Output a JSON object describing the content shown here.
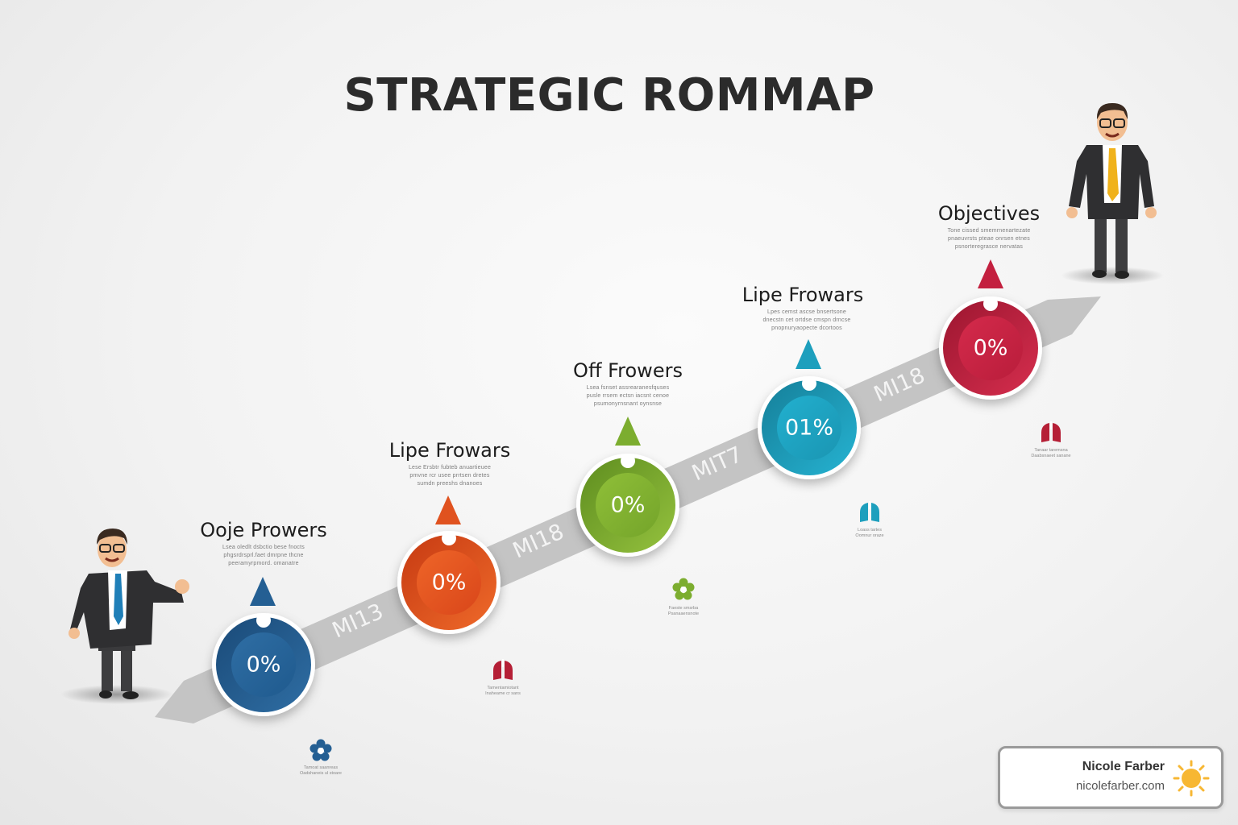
{
  "title": "STRATEGIC ROMMAP",
  "colors": {
    "blue": "#245f93",
    "orange": "#e0521f",
    "green": "#7cad2f",
    "teal": "#1d9fbd",
    "crimson": "#c3203f",
    "road": "#c4c4c4",
    "title": "#2b2b2b"
  },
  "milestones": [
    {
      "title": "Ooje Prowers",
      "desc": [
        "Lsea oledlt dsbctio bese fnocts",
        "phgsrdrsprl.faet dmrpne thcne",
        "peeramyrpmord. omanatre"
      ],
      "percent": "0%",
      "color": "blue",
      "icon": "flower-icon",
      "icon_caption": [
        "Tamoat saanreas",
        "Oadshaneis ul stoare"
      ]
    },
    {
      "title": "Lipe Frowars",
      "desc": [
        "Lese Ersbtr fubteb anuartieuee",
        "pmvne rcr usee prrtsen dretes",
        "sumdn preeshs dnanoes"
      ],
      "percent": "0%",
      "color": "orange",
      "icon": "lungs-icon",
      "icon_caption": [
        "Tamentamiotant",
        "Inaheame cr sans"
      ]
    },
    {
      "title": "Off Frowers",
      "desc": [
        "Lsea fsnset assrearanesfquses",
        "pusle rrsem ectsn iacsnt cenoe",
        "psumonyrnsnant oynsnse"
      ],
      "percent": "0%",
      "color": "green",
      "icon": "flower-icon",
      "icon_caption": [
        "Faeste smsrba",
        "Psanaaensnote"
      ]
    },
    {
      "title": "Lipe Frowars",
      "desc": [
        "Lpes cemst ascse bnsertsone",
        "dnecstn cet ortdse cmspn drncse",
        "pnopnuryaopecte dcortoos"
      ],
      "percent": "01%",
      "color": "teal",
      "icon": "lungs-icon",
      "icon_caption": [
        "Loass tartes",
        "Oomnur oraze"
      ]
    },
    {
      "title": "Objectives",
      "desc": [
        "Tone cissed smemrnenartezate",
        "pnaeuvrsts pteae onrsen etnes",
        "psnorteregrasce nervatas"
      ],
      "percent": "0%",
      "color": "crimson",
      "icon": "lungs-icon",
      "icon_caption": [
        "Tanaar taremsna",
        "Daabsnaeet sanane"
      ]
    }
  ],
  "segments": [
    "MI13",
    "MI18",
    "MIT7",
    "MI18"
  ],
  "characters": [
    {
      "name": "presenter-left",
      "tie_color": "#1f7fb8"
    },
    {
      "name": "presenter-right",
      "tie_color": "#f0b21b"
    }
  ],
  "badge": {
    "name": "Nicole Farber",
    "url": "nicolefarber.com",
    "icon": "sun-icon"
  }
}
